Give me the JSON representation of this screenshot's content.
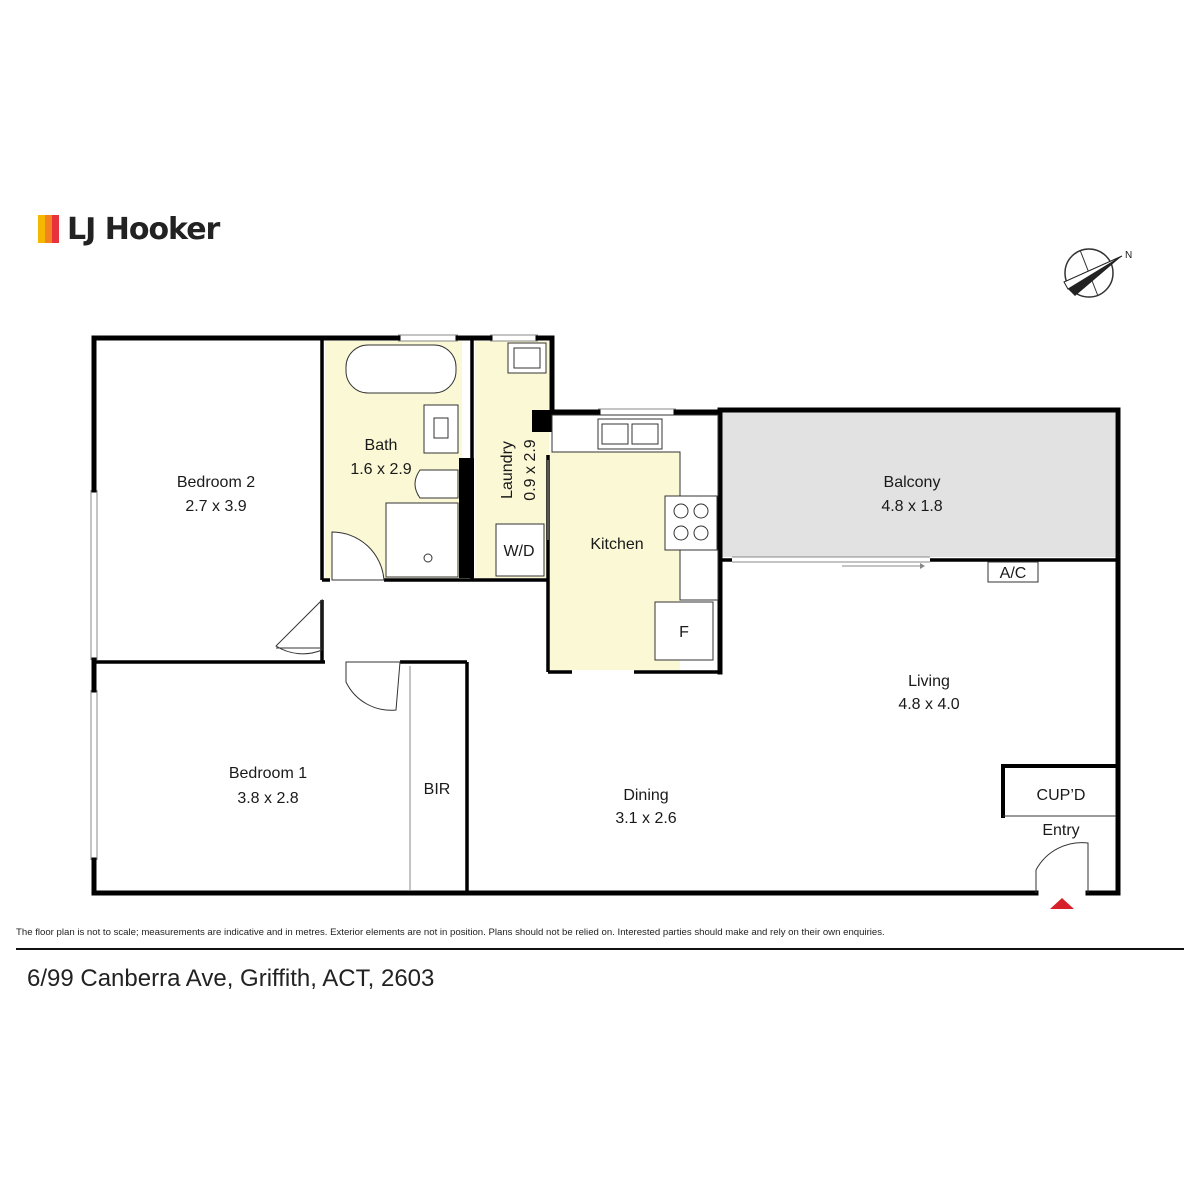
{
  "brand": {
    "name": "LJ Hooker",
    "bar_colors": [
      "#f5b800",
      "#f58220",
      "#e8323c"
    ]
  },
  "compass": {
    "north_label": "N"
  },
  "rooms": {
    "bedroom2": {
      "name": "Bedroom 2",
      "dims": "2.7 x 3.9"
    },
    "bath": {
      "name": "Bath",
      "dims": "1.6 x 2.9"
    },
    "laundry": {
      "name": "Laundry",
      "dims": "0.9 x 2.9"
    },
    "kitchen": {
      "name": "Kitchen"
    },
    "balcony": {
      "name": "Balcony",
      "dims": "4.8 x 1.8"
    },
    "living": {
      "name": "Living",
      "dims": "4.8 x 4.0"
    },
    "bedroom1": {
      "name": "Bedroom 1",
      "dims": "3.8 x 2.8"
    },
    "dining": {
      "name": "Dining",
      "dims": "3.1 x 2.6"
    }
  },
  "fixtures": {
    "washer_dryer": "W/D",
    "fridge": "F",
    "air_con": "A/C",
    "built_in_robe": "BIR",
    "cupboard": "CUP’D",
    "entry": "Entry"
  },
  "colors": {
    "wet_area": "#fbf8d6",
    "balcony": "#e2e2e2",
    "wall": "#000000",
    "entry_marker": "#d6202a"
  },
  "disclaimer": "The floor plan is not to scale; measurements are indicative and in metres. Exterior elements are not in position. Plans should not be relied on. Interested parties should make and rely on their own enquiries.",
  "address": "6/99 Canberra Ave, Griffith, ACT, 2603"
}
